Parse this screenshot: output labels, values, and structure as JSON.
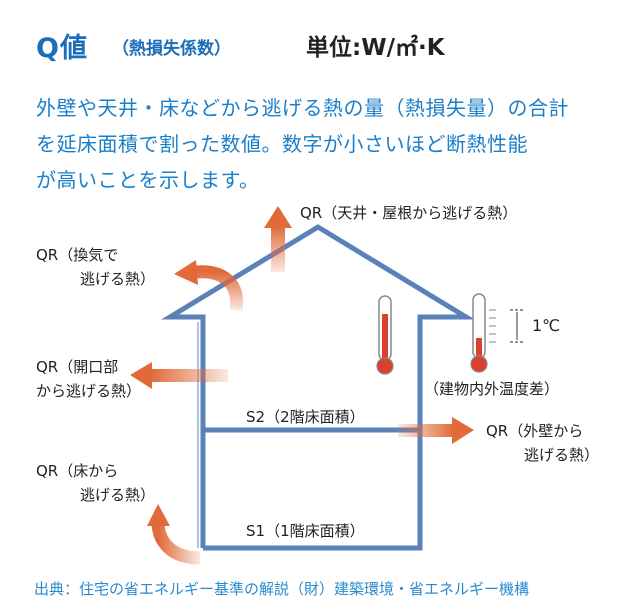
{
  "header": {
    "title": "Q値",
    "subtitle": "（熱損失係数）",
    "unit": "単位:W/㎡·K"
  },
  "description": [
    "外壁や天井・床などから逃げる熱の量（熱損失量）の合計",
    "を延床面積で割った数値。数字が小さいほど断熱性能",
    "が高いことを示します。"
  ],
  "labels": {
    "roof": "QR（天井・屋根から逃げる熱）",
    "ventilation_1": "QR（換気で",
    "ventilation_2": "逃げる熱）",
    "opening_1": "QR（開口部",
    "opening_2": "から逃げる熱）",
    "floor_1": "QR（床から",
    "floor_2": "逃げる熱）",
    "wall_1": "QR（外壁から",
    "wall_2": "逃げる熱）",
    "s2": "S2（2階床面積）",
    "s1": "S1（1階床面積）",
    "temp_diff": "1℃",
    "temp_caption": "（建物内外温度差）"
  },
  "footer": {
    "source": "出典：住宅の省エネルギー基準の解説（財）建築環境・省エネルギー機構"
  },
  "colors": {
    "accent_blue": "#1a6fb8",
    "house_line": "#5a82b8",
    "arrow": "#e06a3a",
    "thermo_red": "#d9412e"
  }
}
